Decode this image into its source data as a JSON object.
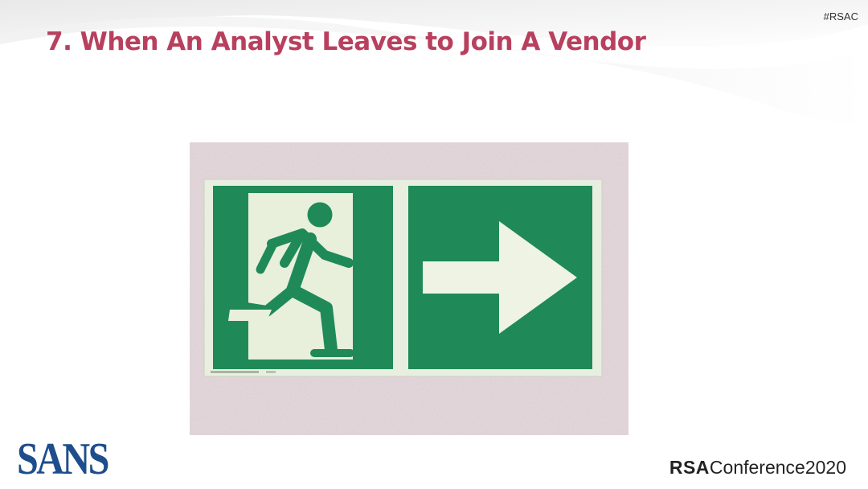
{
  "slide": {
    "hashtag": "#RSAC",
    "title": "7. When An Analyst Leaves to Join A Vendor"
  },
  "image": {
    "alt": "Green emergency exit sign with running figure and right arrow",
    "icons": [
      "running-person-icon",
      "arrow-right-icon"
    ],
    "colors": {
      "sign_green": "#1f8a57",
      "sign_white": "#e8f0dc",
      "wall": "#d9cbd0"
    }
  },
  "footer": {
    "left_logo": "SANS",
    "right_logo_brand": "RSA",
    "right_logo_event": "Conference2020"
  },
  "theme": {
    "title_color": "#b8405e",
    "sans_blue": "#1d4d8c"
  }
}
